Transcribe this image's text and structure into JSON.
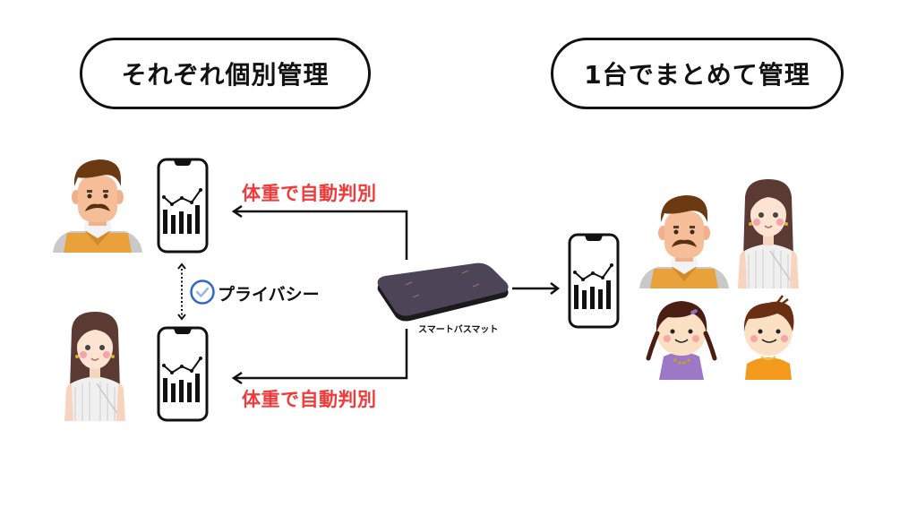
{
  "left_section": {
    "title": "それぞれ個別管理",
    "top_label": "体重で自動判別",
    "bottom_label": "体重で自動判別",
    "privacy_label": "プライバシー",
    "people": [
      "man-avatar",
      "woman-avatar"
    ],
    "phones": [
      "smartphone-chart",
      "smartphone-chart"
    ]
  },
  "center": {
    "device_label": "スマートバスマット",
    "device_icon": "bath-mat"
  },
  "right_section": {
    "title": "1台でまとめて管理",
    "phone": "smartphone-chart",
    "people": [
      "man-avatar",
      "woman-avatar",
      "girl-avatar",
      "boy-avatar"
    ]
  },
  "colors": {
    "accent_red": "#f23a3a",
    "check_blue": "#2f67c9",
    "mat_purple": "#4e4458",
    "outline": "#111111"
  }
}
